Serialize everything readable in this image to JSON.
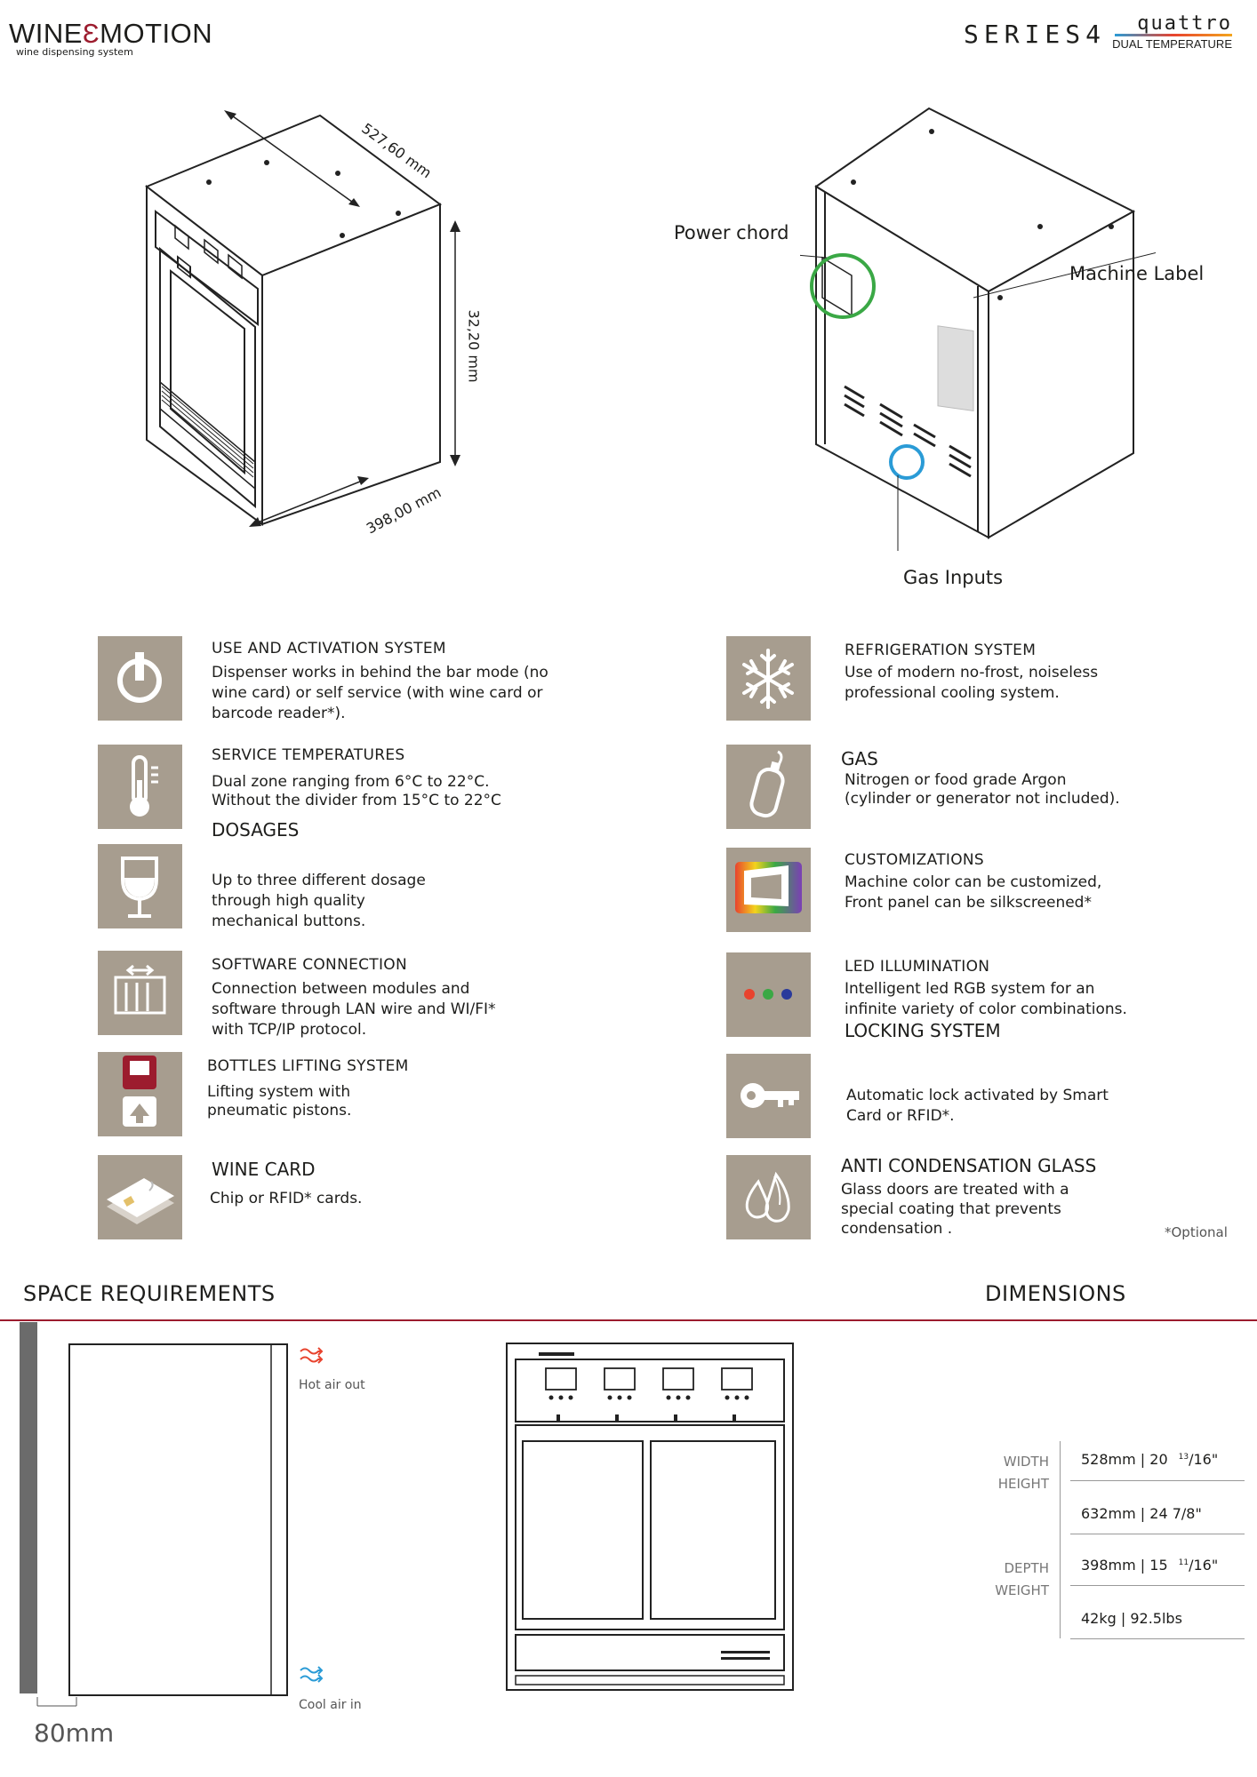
{
  "header": {
    "brand_left": "WINE",
    "brand_mid": "Ɛ",
    "brand_right": "MOTION",
    "brand_sub": "wine dispensing system",
    "series": "SERIES4",
    "model": "quattro",
    "model_sub": "DUAL TEMPERATURE"
  },
  "drawing": {
    "dim_width": "527,60 mm",
    "dim_height": "32,20 mm",
    "dim_depth": "398,00 mm",
    "callout_power": "Power chord",
    "callout_label": "Machine Label",
    "callout_gas": "Gas Inputs"
  },
  "features_left": [
    {
      "icon": "power-icon",
      "title": "USE AND ACTIVATION SYSTEM",
      "desc": "Dispenser works in behind the bar mode (no\nwine card) or self service (with wine card or\nbarcode reader*)."
    },
    {
      "icon": "thermometer-icon",
      "title": "SERVICE TEMPERATURES",
      "desc": "Dual zone ranging from 6°C to 22°C.\nWithout the divider from 15°C to 22°C"
    },
    {
      "icon": "wine-glass-icon",
      "title": "DOSAGES",
      "desc": "Up to three different dosage\nthrough high quality\nmechanical buttons."
    },
    {
      "icon": "software-icon",
      "title": "SOFTWARE CONNECTION",
      "desc": "Connection between modules and\nsoftware through LAN wire and WI/FI*\nwith TCP/IP protocol."
    },
    {
      "icon": "lifting-icon",
      "title": "BOTTLES LIFTING SYSTEM",
      "desc": "Lifting system with\npneumatic pistons."
    },
    {
      "icon": "wine-card-icon",
      "title": "WINE CARD",
      "desc": "Chip or RFID* cards."
    }
  ],
  "features_right": [
    {
      "icon": "snowflake-icon",
      "title": "REFRIGERATION SYSTEM",
      "desc": "Use of modern no-frost, noiseless\nprofessional cooling system."
    },
    {
      "icon": "gas-cylinder-icon",
      "title": "GAS",
      "desc": "Nitrogen or food grade Argon\n(cylinder or generator not included)."
    },
    {
      "icon": "customization-icon",
      "title": "CUSTOMIZATIONS",
      "desc": "Machine color can be customized,\nFront panel can be silkscreened*"
    },
    {
      "icon": "led-icon",
      "title": "LED ILLUMINATION",
      "desc": "Intelligent led RGB system for an\ninfinite variety of color combinations."
    },
    {
      "icon": "key-icon",
      "title": "LOCKING SYSTEM",
      "desc": "Automatic lock activated by Smart\nCard or RFID*."
    },
    {
      "icon": "anti-condensation-icon",
      "title": "ANTI CONDENSATION GLASS",
      "desc": "Glass doors are treated with a\nspecial coating that prevents\ncondensation ."
    }
  ],
  "optional_note": "*Optional",
  "space": {
    "title": "SPACE REQUIREMENTS",
    "hot_air": "Hot air out",
    "cool_air": "Cool air in",
    "gap": "80mm"
  },
  "dimensions": {
    "title": "DIMENSIONS",
    "label_width": "WIDTH",
    "label_height": "HEIGHT",
    "label_depth": "DEPTH",
    "label_weight": "WEIGHT",
    "width_val": "528mm | 20",
    "width_frac": "13",
    "width_den": "/16\"",
    "height_val": "632mm | 24 7/8\"",
    "depth_val": "398mm | 15",
    "depth_frac": "11",
    "depth_den": "/16\"",
    "weight_val": "42kg | 92.5lbs"
  }
}
